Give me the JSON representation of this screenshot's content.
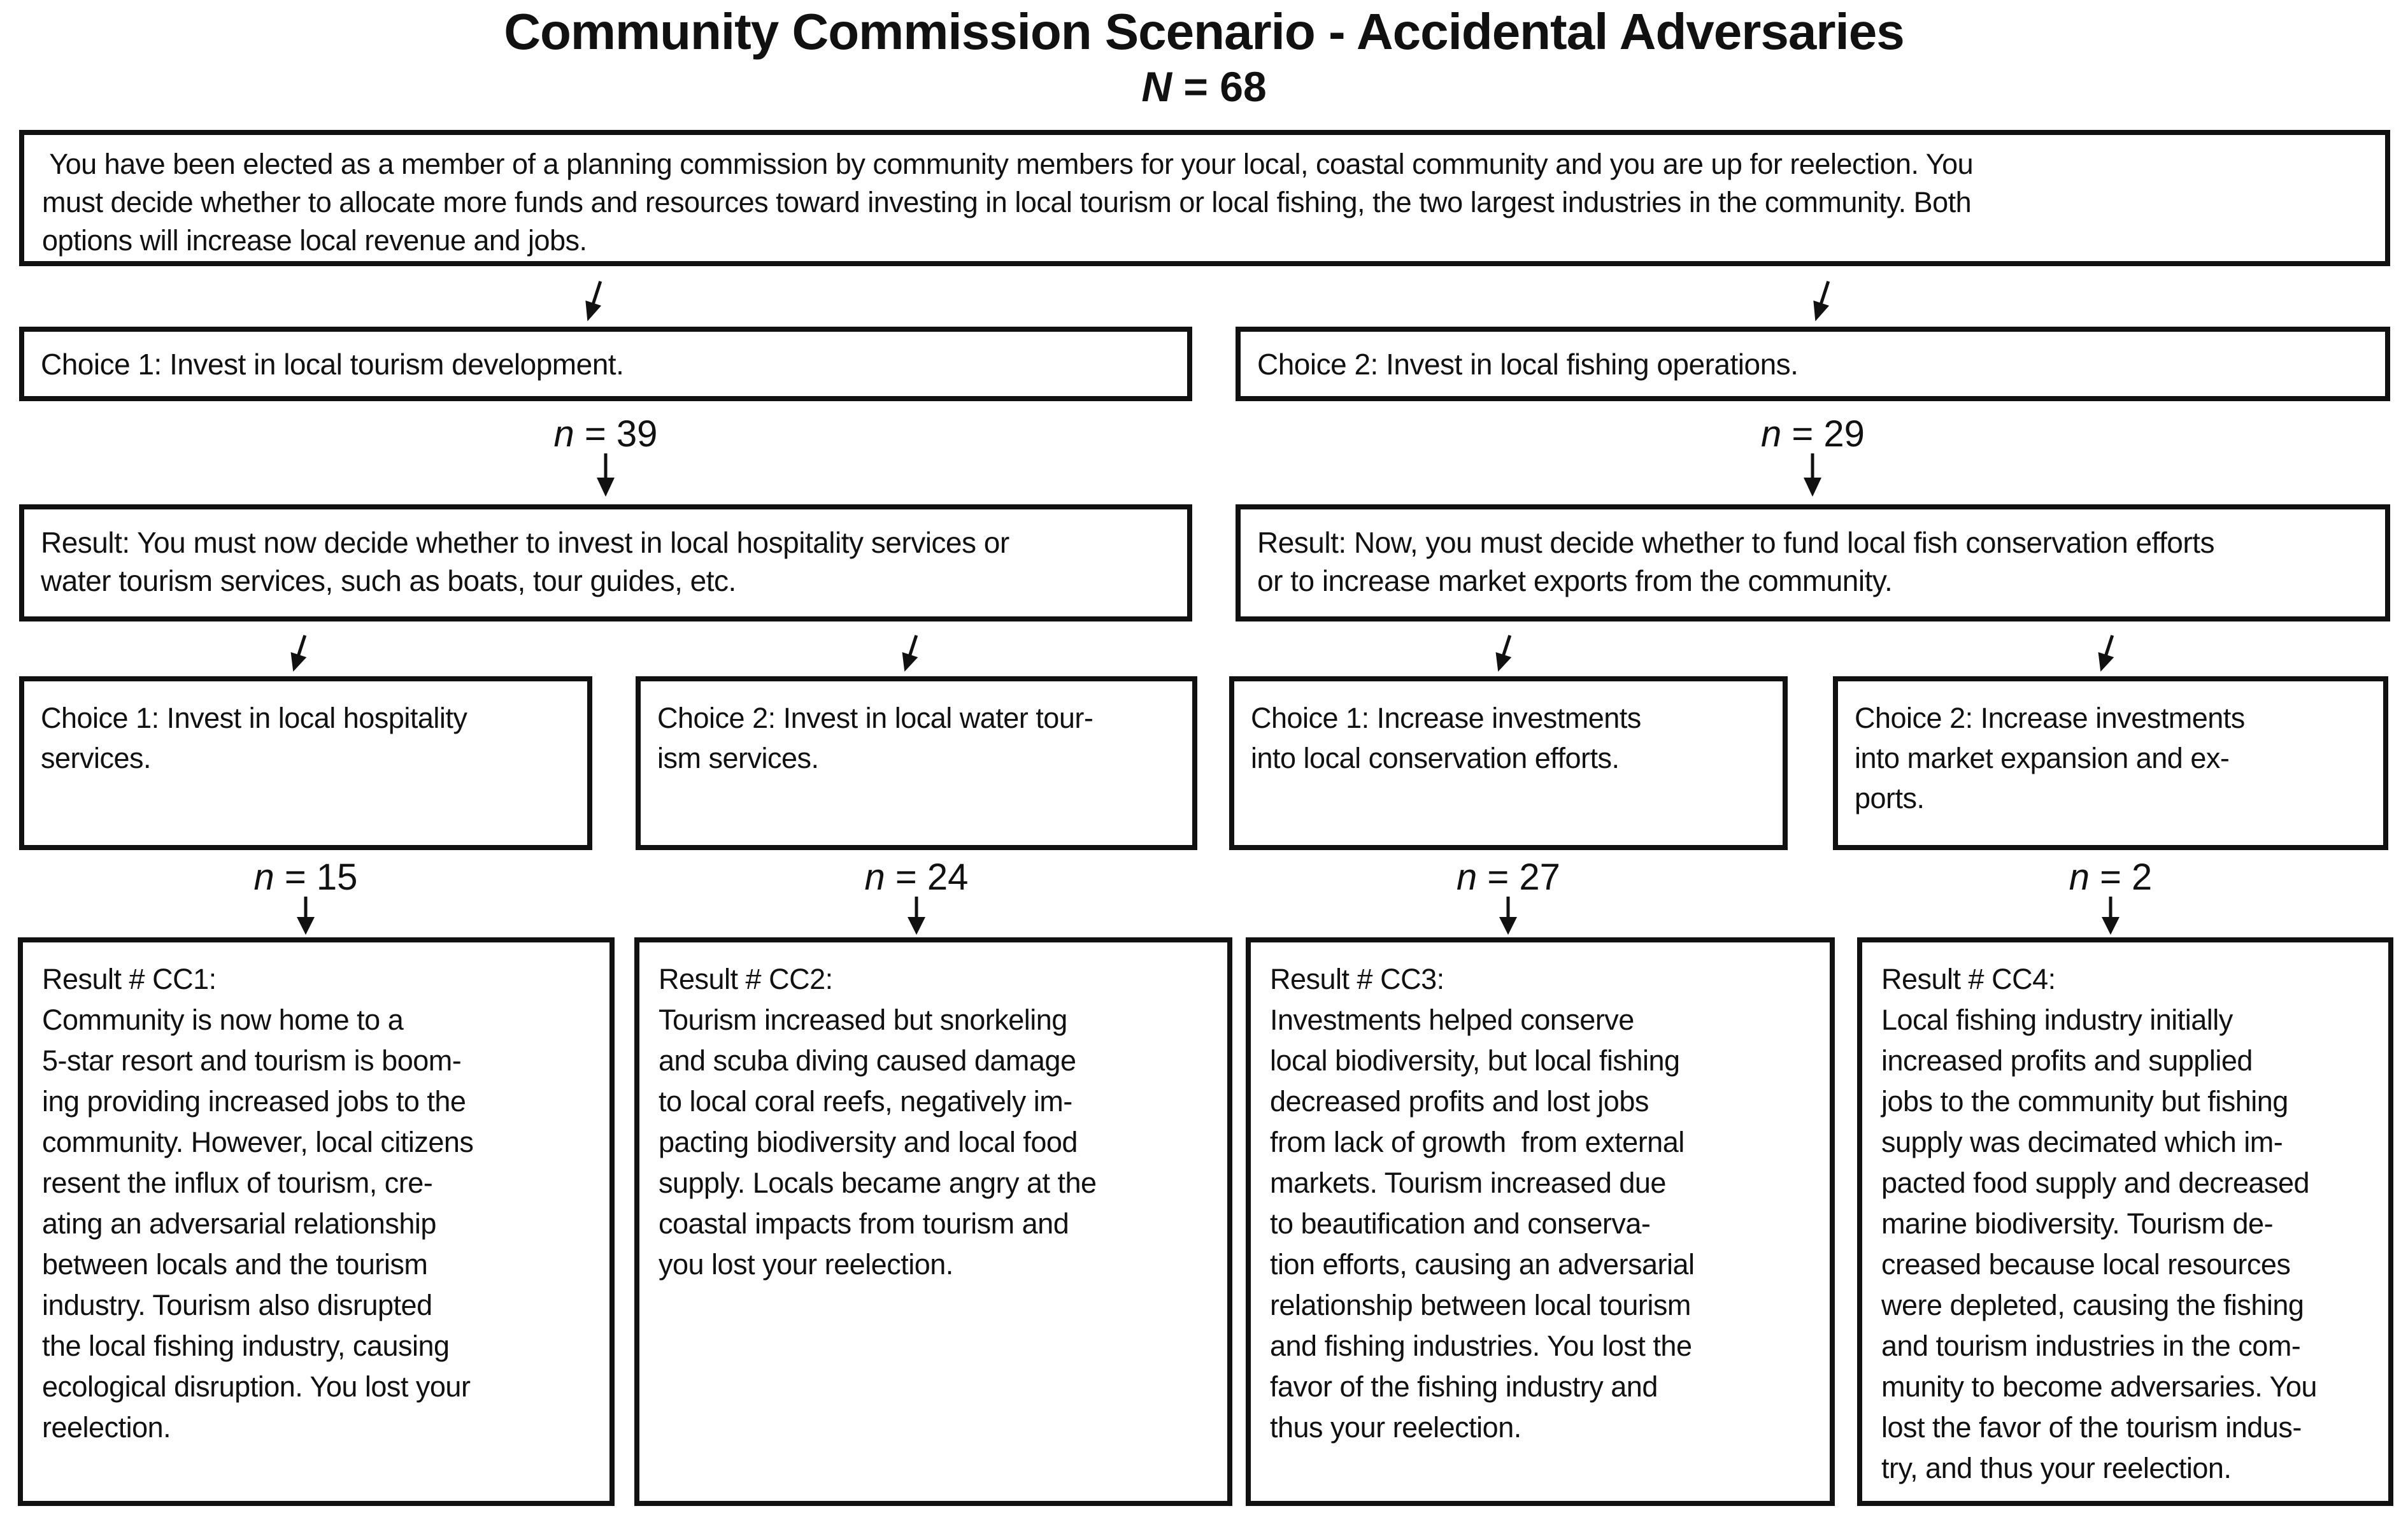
{
  "title": "Community Commission Scenario - Accidental Adversaries",
  "population": {
    "sym": "N",
    "rest": " = 68"
  },
  "scenario_text": " You have been elected as a member of a planning commission by community members for your local, coastal community and you are up for reelection. You\nmust decide whether to allocate more funds and resources toward investing in local tourism or local fishing, the two largest industries in the community. Both\noptions will increase local revenue and jobs.",
  "branches": [
    {
      "choice": "Choice 1: Invest in local tourism development.",
      "n_sym": "n",
      "n_rest": " = 39",
      "result": "Result: You must now decide whether to invest in local hospitality services or\nwater tourism services, such as boats, tour guides, etc."
    },
    {
      "choice": "Choice 2: Invest in local fishing operations.",
      "n_sym": "n",
      "n_rest": " = 29",
      "result": "Result: Now, you must decide whether to fund local fish conservation efforts\nor to increase market exports from the community."
    }
  ],
  "leaves": [
    {
      "choice": "Choice 1: Invest in local hospitality\nservices.",
      "n_sym": "n",
      "n_rest": " = 15",
      "result": "Result # CC1:\nCommunity is now home to a\n5-star resort and tourism is boom-\ning providing increased jobs to the\ncommunity. However, local citizens\nresent the influx of tourism, cre-\nating an adversarial relationship\nbetween locals and the tourism\nindustry. Tourism also disrupted\nthe local fishing industry, causing\necological disruption. You lost your\nreelection."
    },
    {
      "choice": "Choice 2: Invest in local water tour-\nism services.",
      "n_sym": "n",
      "n_rest": " = 24",
      "result": "Result # CC2:\nTourism increased but snorkeling\nand scuba diving caused damage\nto local coral reefs, negatively im-\npacting biodiversity and local food\nsupply. Locals became angry at the\ncoastal impacts from tourism and\nyou lost your reelection."
    },
    {
      "choice": "Choice 1: Increase investments\ninto local conservation efforts.",
      "n_sym": "n",
      "n_rest": " = 27",
      "result": "Result # CC3:\nInvestments helped conserve\nlocal biodiversity, but local fishing\ndecreased profits and lost jobs\nfrom lack of growth  from external\nmarkets. Tourism increased due\nto beautification and conserva-\ntion efforts, causing an adversarial\nrelationship between local tourism\nand fishing industries. You lost the\nfavor of the fishing industry and\nthus your reelection."
    },
    {
      "choice": "Choice 2: Increase investments\ninto market expansion and ex-\nports.",
      "n_sym": "n",
      "n_rest": " = 2",
      "result": "Result # CC4:\nLocal fishing industry initially\nincreased profits and supplied\njobs to the community but fishing\nsupply was decimated which im-\npacted food supply and decreased\nmarine biodiversity. Tourism de-\ncreased because local resources\nwere depleted, causing the fishing\nand tourism industries in the com-\nmunity to become adversaries. You\nlost the favor of the tourism indus-\ntry, and thus your reelection."
    }
  ]
}
